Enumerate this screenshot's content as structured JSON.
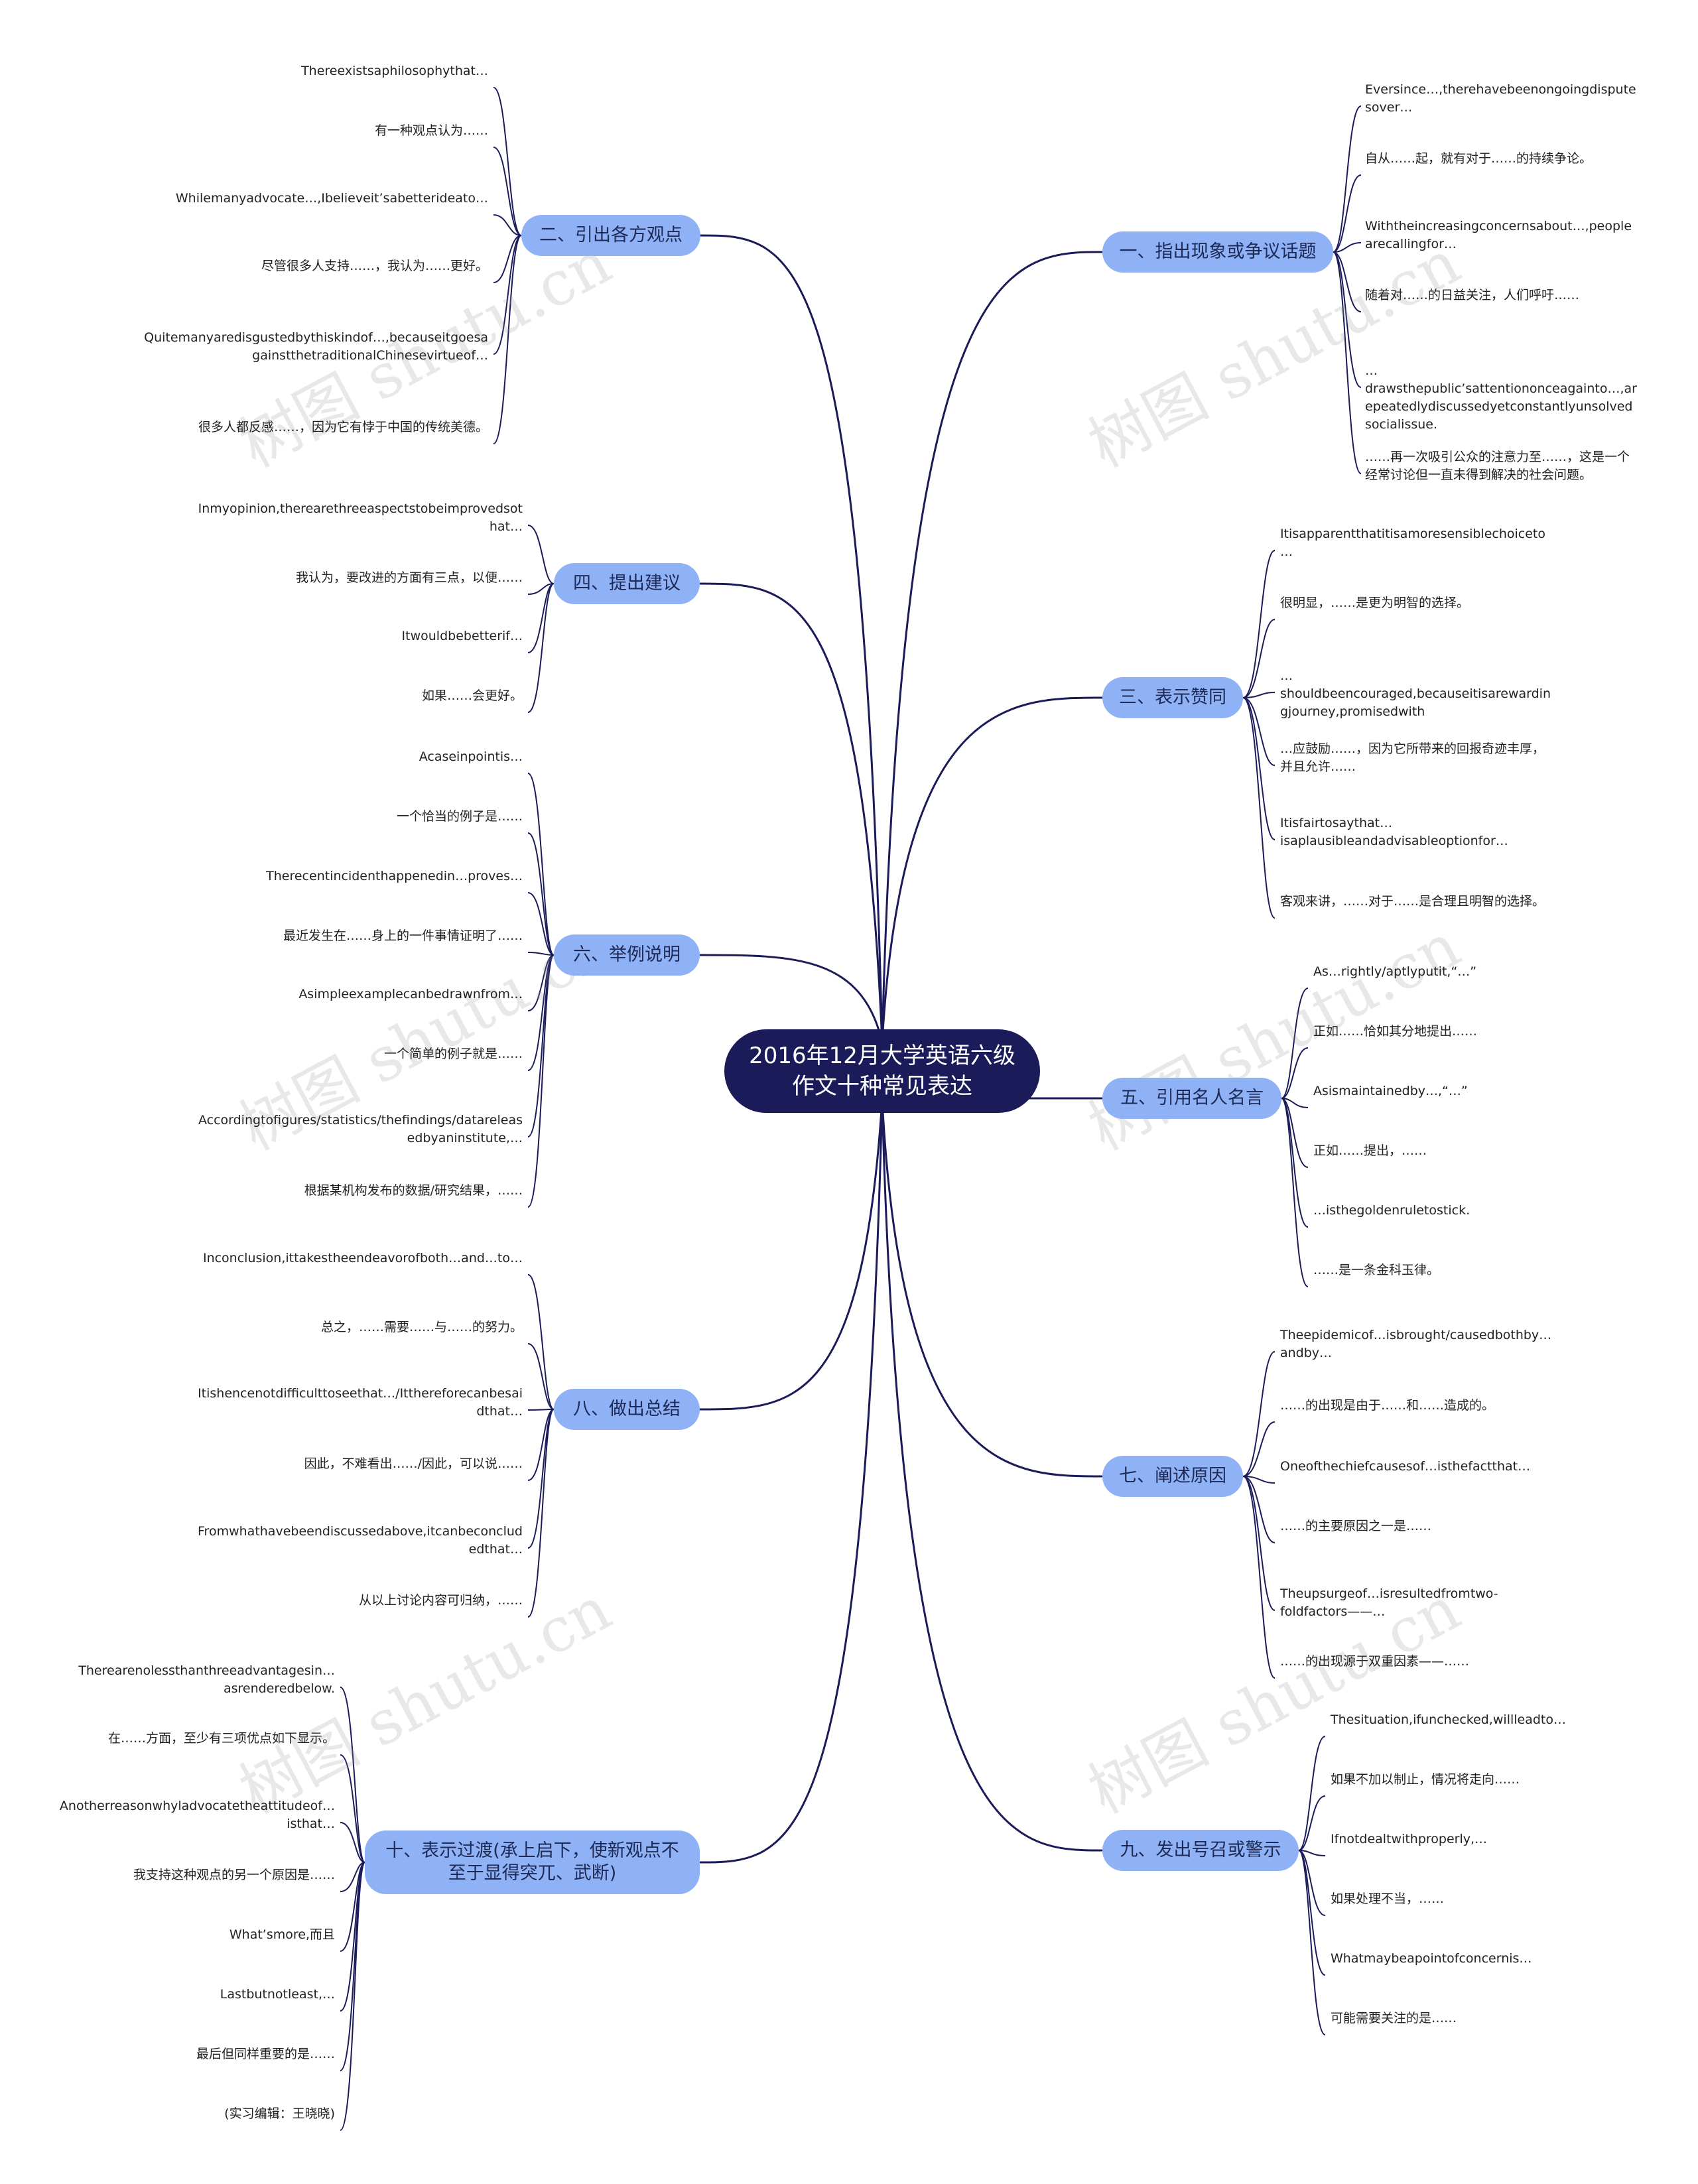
{
  "root": {
    "line1": "2016年12月大学英语六级",
    "line2": "作文十种常见表达"
  },
  "watermark": "树图 shutu.cn",
  "colors": {
    "root": "#1c1b5a",
    "branch": "#8fb1f5",
    "line": "#1c1b5a"
  },
  "branches": [
    {
      "id": "b2",
      "label": "二、引出各方观点",
      "leaves": [
        "Thereexistsaphilosophythat…",
        "有一种观点认为……",
        "Whilemanyadvocate…,Ibelieveit’sabetterideato…",
        "尽管很多人支持……，我认为……更好。",
        "Quitemanyaredisgustedbythiskindof…,becauseitgoesagainstthetraditionalChinesevirtueof…",
        "很多人都反感……，因为它有悖于中国的传统美德。"
      ]
    },
    {
      "id": "b4",
      "label": "四、提出建议",
      "leaves": [
        "Inmyopinion,therearethreeaspectstobeimprovedsothat…",
        "我认为，要改进的方面有三点，以便……",
        "Itwouldbebetterif…",
        "如果……会更好。"
      ]
    },
    {
      "id": "b6",
      "label": "六、举例说明",
      "leaves": [
        "Acaseinpointis…",
        "一个恰当的例子是……",
        "Therecentincidenthappenedin…proves…",
        "最近发生在……身上的一件事情证明了……",
        "Asimpleexamplecanbedrawnfrom…",
        "一个简单的例子就是……",
        "Accordingtofigures/statistics/thefindings/datareleasedbyaninstitute,…",
        "根据某机构发布的数据/研究结果，……"
      ]
    },
    {
      "id": "b8",
      "label": "八、做出总结",
      "leaves": [
        "Inconclusion,ittakestheendeavorofboth…and…to…",
        "总之，……需要……与……的努力。",
        "Itishencenotdifficulttoseethat…/Itthereforecanbesaidthat…",
        "因此，不难看出……/因此，可以说……",
        "Fromwhathavebeendiscussedabove,itcanbeconcludedthat…",
        "从以上讨论内容可归纳，……"
      ]
    },
    {
      "id": "b10",
      "label": "十、表示过渡(承上启下，使新观点不至于显得突兀、武断)",
      "leaves": [
        "Therearenolessthanthreeadvantagesin…asrenderedbelow.",
        "在……方面，至少有三项优点如下显示。",
        "Anotherreasonwhyladvocatetheattitudeof…isthat…",
        "我支持这种观点的另一个原因是……",
        "What’smore,而且",
        "Lastbutnotleast,…",
        "最后但同样重要的是……",
        "(实习编辑：王晓晓)"
      ]
    },
    {
      "id": "b1",
      "label": "一、指出现象或争议话题",
      "leaves": [
        "Eversince…,therehavebeenongoingdisputesover…",
        "自从……起，就有对于……的持续争论。",
        "Withtheincreasingconcernsabout…,peoplearecallingfor…",
        "随着对……的日益关注，人们呼吁……",
        "…drawsthepublic’sattentiononceagainto…,arepeatedlydiscussedyetconstantlyunsolvedsocialissue.",
        "……再一次吸引公众的注意力至……，这是一个经常讨论但一直未得到解决的社会问题。"
      ]
    },
    {
      "id": "b3",
      "label": "三、表示赞同",
      "leaves": [
        "Itisapparentthatitisamoresensiblechoiceto…",
        "很明显，……是更为明智的选择。",
        "…shouldbeencouraged,becauseitisarewardingjourney,promisedwith",
        "…应鼓励……，因为它所带来的回报奇迹丰厚，并且允许……",
        "Itisfairtosaythat…isaplausibleandadvisableoptionfor…",
        "客观来讲，……对于……是合理且明智的选择。"
      ]
    },
    {
      "id": "b5",
      "label": "五、引用名人名言",
      "leaves": [
        "As…rightly/aptlyputit,“…”",
        "正如……恰如其分地提出……",
        "Asismaintainedby…,“…”",
        "正如……提出，……",
        "…isthegoldenruletostick.",
        "……是一条金科玉律。"
      ]
    },
    {
      "id": "b7",
      "label": "七、阐述原因",
      "leaves": [
        "Theepidemicof…isbrought/causedbothby…andby…",
        "……的出现是由于……和……造成的。",
        "Oneofthechiefcausesof…isthefactthat…",
        "……的主要原因之一是……",
        "Theupsurgeof…isresultedfromtwo-foldfactors——…",
        "……的出现源于双重因素——……"
      ]
    },
    {
      "id": "b9",
      "label": "九、发出号召或警示",
      "leaves": [
        "Thesituation,ifunchecked,willleadto…",
        "如果不加以制止，情况将走向……",
        "Ifnotdealtwithproperly,…",
        "如果处理不当，……",
        "Whatmaybeapointofconcernis…",
        "可能需要关注的是……"
      ]
    }
  ]
}
